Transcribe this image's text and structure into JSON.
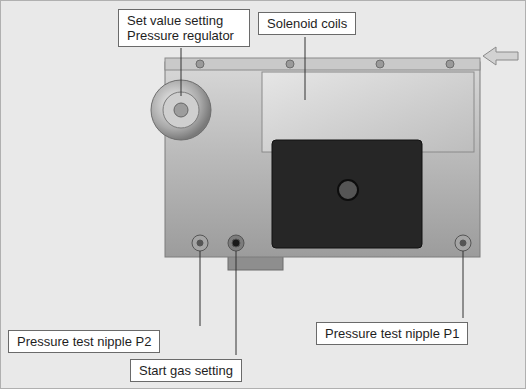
{
  "diagram": {
    "nodes": [
      {
        "text": [
          "Set value setting Pressure regulator"
        ]
      },
      {
        "text": [
          "Solenoid coils"
        ]
      },
      {
        "text": [
          "Pressure test nipple P2"
        ]
      },
      {
        "text": [
          "Pressure test nipple P1"
        ]
      },
      {
        "text": [
          "Start gas setting"
        ]
      }
    ]
  }
}
